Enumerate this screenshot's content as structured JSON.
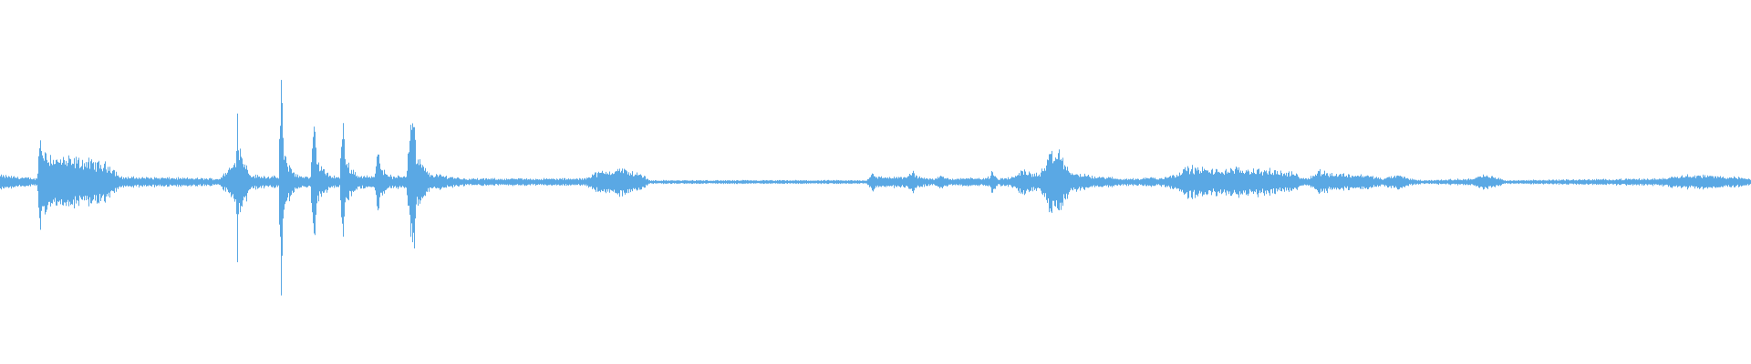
{
  "waveform": {
    "color": "#5aa8e4",
    "background": "#ffffff",
    "peaks": [
      [
        0,
        0.04
      ],
      [
        40,
        0.02
      ],
      [
        44,
        0.3
      ],
      [
        46,
        0.2
      ],
      [
        60,
        0.14
      ],
      [
        90,
        0.13
      ],
      [
        120,
        0.1
      ],
      [
        132,
        0.03
      ],
      [
        240,
        0.02
      ],
      [
        258,
        0.12
      ],
      [
        260,
        0.54
      ],
      [
        262,
        0.2
      ],
      [
        275,
        0.04
      ],
      [
        305,
        0.03
      ],
      [
        308,
        0.66
      ],
      [
        311,
        0.15
      ],
      [
        325,
        0.04
      ],
      [
        340,
        0.03
      ],
      [
        344,
        0.36
      ],
      [
        348,
        0.12
      ],
      [
        360,
        0.04
      ],
      [
        372,
        0.03
      ],
      [
        376,
        0.4
      ],
      [
        379,
        0.12
      ],
      [
        392,
        0.04
      ],
      [
        410,
        0.03
      ],
      [
        414,
        0.25
      ],
      [
        418,
        0.08
      ],
      [
        430,
        0.03
      ],
      [
        445,
        0.04
      ],
      [
        452,
        0.52
      ],
      [
        456,
        0.15
      ],
      [
        470,
        0.05
      ],
      [
        510,
        0.02
      ],
      [
        640,
        0.02
      ],
      [
        650,
        0.05
      ],
      [
        680,
        0.08
      ],
      [
        705,
        0.04
      ],
      [
        712,
        0.01
      ],
      [
        950,
        0.01
      ],
      [
        956,
        0.06
      ],
      [
        962,
        0.03
      ],
      [
        995,
        0.03
      ],
      [
        1000,
        0.07
      ],
      [
        1006,
        0.03
      ],
      [
        1025,
        0.02
      ],
      [
        1030,
        0.04
      ],
      [
        1040,
        0.02
      ],
      [
        1050,
        0.02
      ],
      [
        1060,
        0.03
      ],
      [
        1075,
        0.02
      ],
      [
        1085,
        0.03
      ],
      [
        1088,
        0.07
      ],
      [
        1094,
        0.02
      ],
      [
        1112,
        0.03
      ],
      [
        1120,
        0.08
      ],
      [
        1130,
        0.05
      ],
      [
        1140,
        0.05
      ],
      [
        1150,
        0.15
      ],
      [
        1162,
        0.18
      ],
      [
        1172,
        0.06
      ],
      [
        1200,
        0.03
      ],
      [
        1215,
        0.03
      ],
      [
        1225,
        0.02
      ],
      [
        1250,
        0.02
      ],
      [
        1260,
        0.03
      ],
      [
        1270,
        0.02
      ],
      [
        1290,
        0.05
      ],
      [
        1303,
        0.09
      ],
      [
        1330,
        0.07
      ],
      [
        1360,
        0.08
      ],
      [
        1390,
        0.07
      ],
      [
        1420,
        0.05
      ],
      [
        1430,
        0.02
      ],
      [
        1440,
        0.04
      ],
      [
        1446,
        0.07
      ],
      [
        1460,
        0.05
      ],
      [
        1500,
        0.04
      ],
      [
        1516,
        0.02
      ],
      [
        1530,
        0.04
      ],
      [
        1534,
        0.04
      ],
      [
        1545,
        0.02
      ],
      [
        1560,
        0.01
      ],
      [
        1615,
        0.02
      ],
      [
        1625,
        0.04
      ],
      [
        1640,
        0.03
      ],
      [
        1650,
        0.01
      ],
      [
        1820,
        0.02
      ],
      [
        1840,
        0.04
      ],
      [
        1865,
        0.04
      ],
      [
        1900,
        0.03
      ],
      [
        1919,
        0.02
      ]
    ]
  }
}
